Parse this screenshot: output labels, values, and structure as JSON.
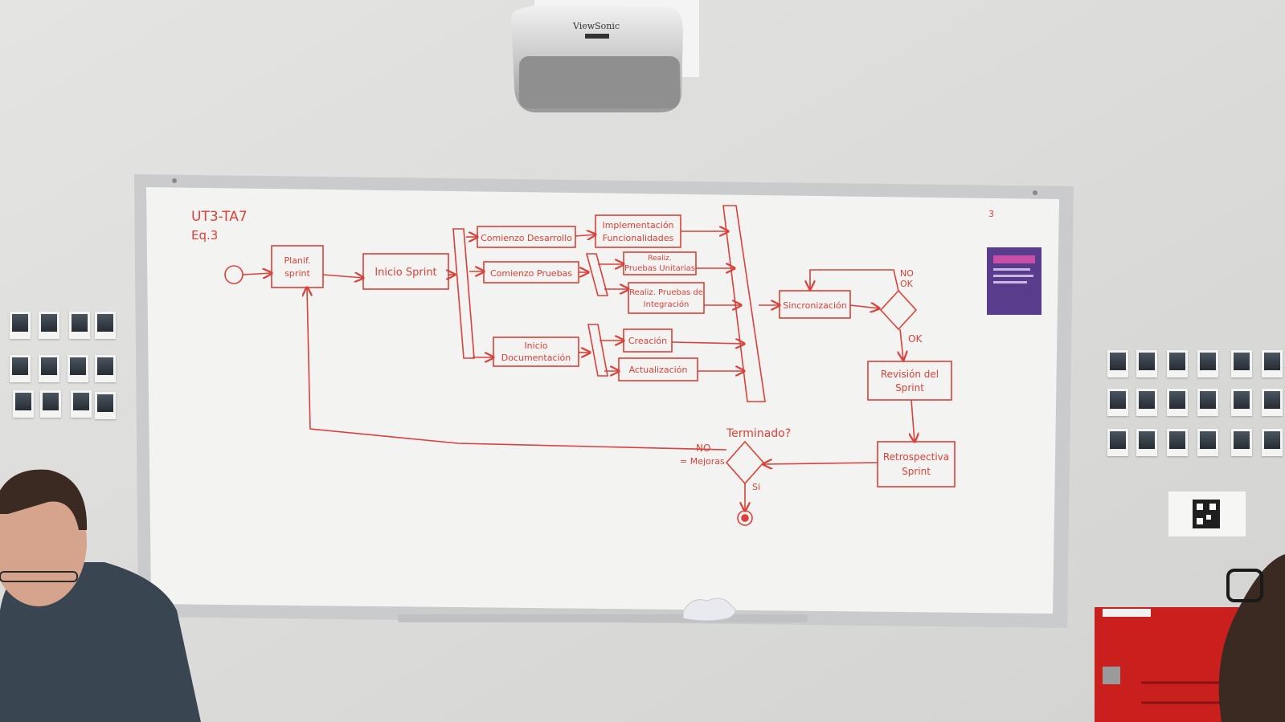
{
  "projector": {
    "brand": "ViewSonic"
  },
  "whiteboard": {
    "title": "UT3-TA7",
    "subtitle": "Eq.3",
    "page_number": "3",
    "nodes": {
      "planif": [
        "Planif.",
        "sprint"
      ],
      "inicio_sprint": "Inicio Sprint",
      "comienzo_desarrollo": "Comienzo Desarrollo",
      "implementacion": [
        "Implementación",
        "Funcionalidades"
      ],
      "comienzo_pruebas": "Comienzo Pruebas",
      "pruebas_unitarias": [
        "Realiz.",
        "Pruebas Unitarias"
      ],
      "pruebas_integracion": [
        "Realiz. Pruebas de",
        "Integración"
      ],
      "inicio_documentacion": [
        "Inicio",
        "Documentación"
      ],
      "creacion": "Creación",
      "actualizacion": "Actualización",
      "sincronizacion": "Sincronización",
      "revision": [
        "Revisión del",
        "Sprint"
      ],
      "retrospectiva": [
        "Retrospectiva",
        "Sprint"
      ]
    },
    "labels": {
      "no_ok": [
        "NO",
        "OK"
      ],
      "ok": "OK",
      "terminado": "Terminado?",
      "no": "NO",
      "mejoras": "= Mejoras",
      "si": "Si"
    }
  },
  "colors": {
    "marker": "#d9413a",
    "board": "#f3f3f1",
    "wall": "#dcdcda"
  }
}
